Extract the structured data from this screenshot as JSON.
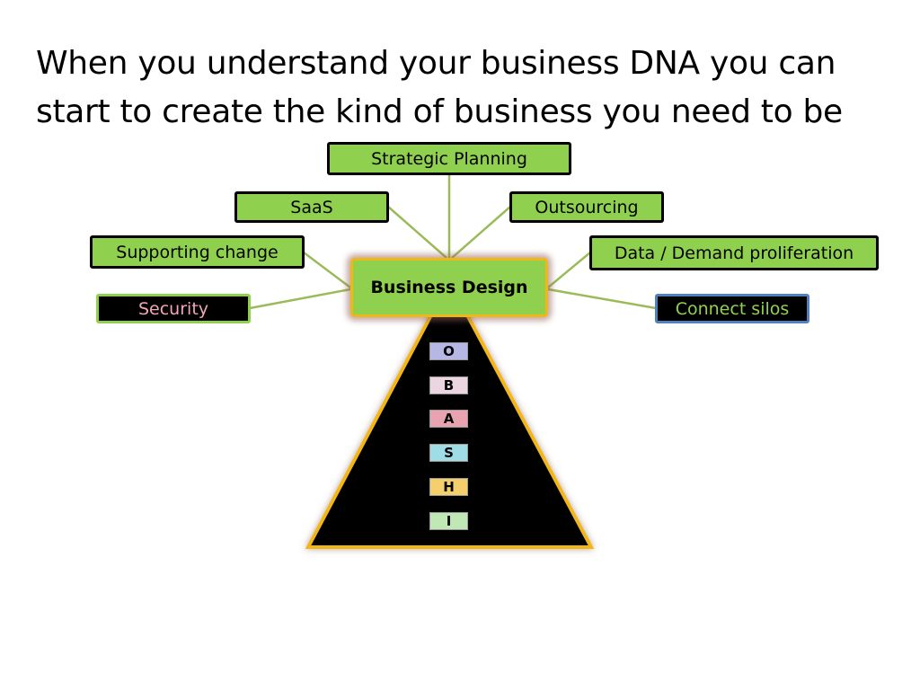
{
  "title_lines": [
    "When you understand your business DNA you can",
    "start to create the kind of business you need to be"
  ],
  "center": {
    "label": "Business Design"
  },
  "branches": {
    "strategic_planning": "Strategic Planning",
    "saas": "SaaS",
    "outsourcing": "Outsourcing",
    "supporting_change": "Supporting change",
    "data_demand": "Data / Demand proliferation",
    "security": "Security",
    "connect_silos": "Connect silos"
  },
  "pyramid_letters": [
    "O",
    "B",
    "A",
    "S",
    "H",
    "I"
  ],
  "colors": {
    "node_fill": "#8fd14f",
    "center_border": "#f2b617",
    "connector": "#9bbb59",
    "pyramid_fill": "#000000",
    "pyramid_border": "#f2b617",
    "security_text": "#f3a7b5",
    "connect_silos_text": "#92d050",
    "connect_silos_border": "#4f81bd",
    "letter_fills": [
      "#b7b7e6",
      "#ead5e0",
      "#e8a2b0",
      "#9fdde6",
      "#f5cf6c",
      "#bfe8b5"
    ]
  }
}
